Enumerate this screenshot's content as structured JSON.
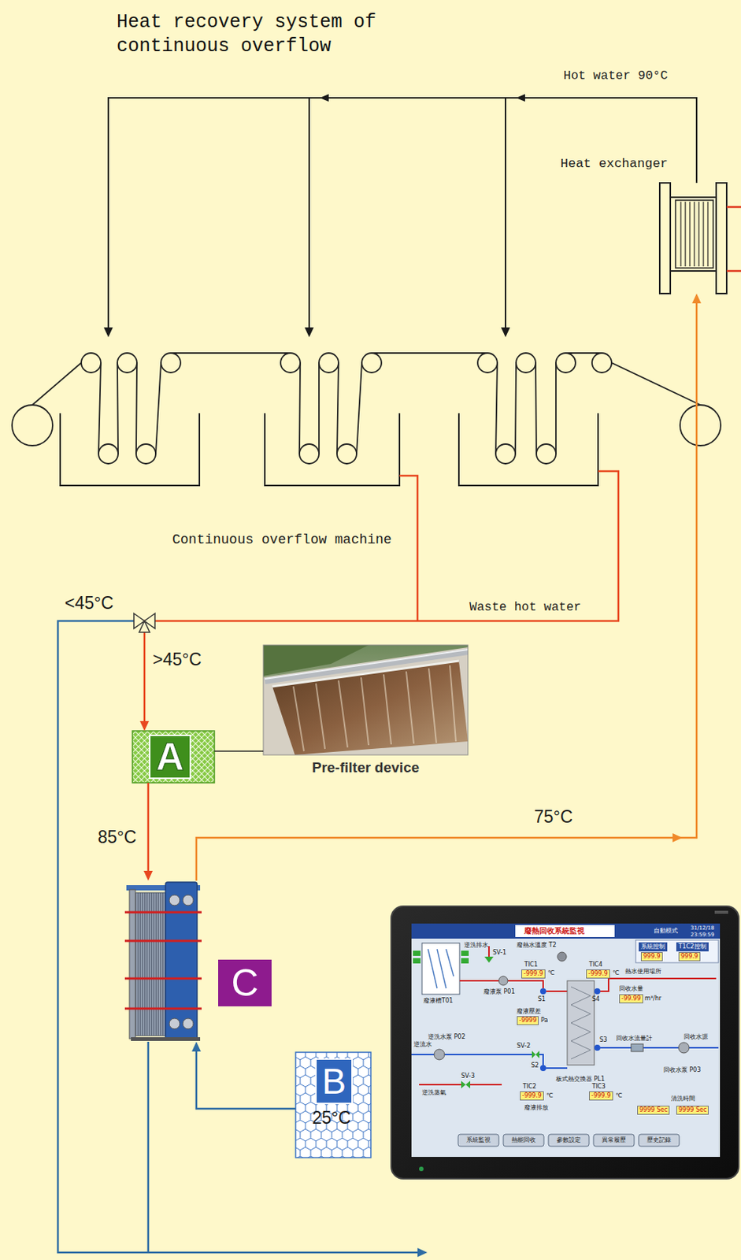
{
  "diagram": {
    "title": "Heat recovery system of continuous overflow",
    "nodes": [
      {
        "text": [
          "Heat exchanger"
        ]
      },
      {
        "text": [
          "Continuous overflow machine"
        ]
      },
      {
        "text": [
          "A"
        ]
      },
      {
        "text": [
          "Pre-filter device"
        ]
      },
      {
        "text": [
          "C"
        ]
      },
      {
        "text": [
          "B",
          "25°C"
        ]
      }
    ],
    "edges": [
      {
        "from": 0,
        "to": 1,
        "arrow": "to",
        "label": "Hot water 90°C"
      },
      {
        "from": 1,
        "to": 2,
        "arrow": "to",
        "label": "Waste hot water"
      },
      {
        "from": 2,
        "to": 3,
        "arrow": "none"
      },
      {
        "from": 2,
        "to": 4,
        "arrow": "to",
        "label": "85°C"
      },
      {
        "from": 4,
        "to": 0,
        "arrow": "to",
        "label": "75°C"
      },
      {
        "from": 5,
        "to": 4,
        "arrow": "to"
      }
    ],
    "labels": [
      "<45°C",
      ">45°C",
      "廢熱回收系統監視",
      "自動模式",
      "31/12/18",
      "23:59:59",
      "廢熱水溫度 T2",
      "系統控制",
      "T1C2控制",
      "999.9",
      "999.9",
      "逆洗排水",
      "SV-1",
      "TIC1",
      "-999.9",
      "℃",
      "TIC4",
      "-999.9",
      "℃",
      "熱水使用場所",
      "廢液泵 P01",
      "S1",
      "S4",
      "回收水量",
      "-99.99",
      "m³/hr",
      "廢液槽T01",
      "廢液壓差",
      "-9999",
      "Pa",
      "逆洗水泵 P02",
      "回收水流量計",
      "回收水源",
      "逆流水",
      "SV-2",
      "S3",
      "S2",
      "板式熱交換器 PL1",
      "TIC2",
      "-999.9",
      "℃",
      "TIC3",
      "-999.9",
      "℃",
      "SV-3",
      "逆洗蒸氣",
      "回收水泵 P03",
      "清洗時間",
      "9999 Sec",
      "9999 Sec",
      "廢液排放",
      "系統監視",
      "熱能回收",
      "參數設定",
      "異常履歷",
      "歷史記錄"
    ]
  }
}
